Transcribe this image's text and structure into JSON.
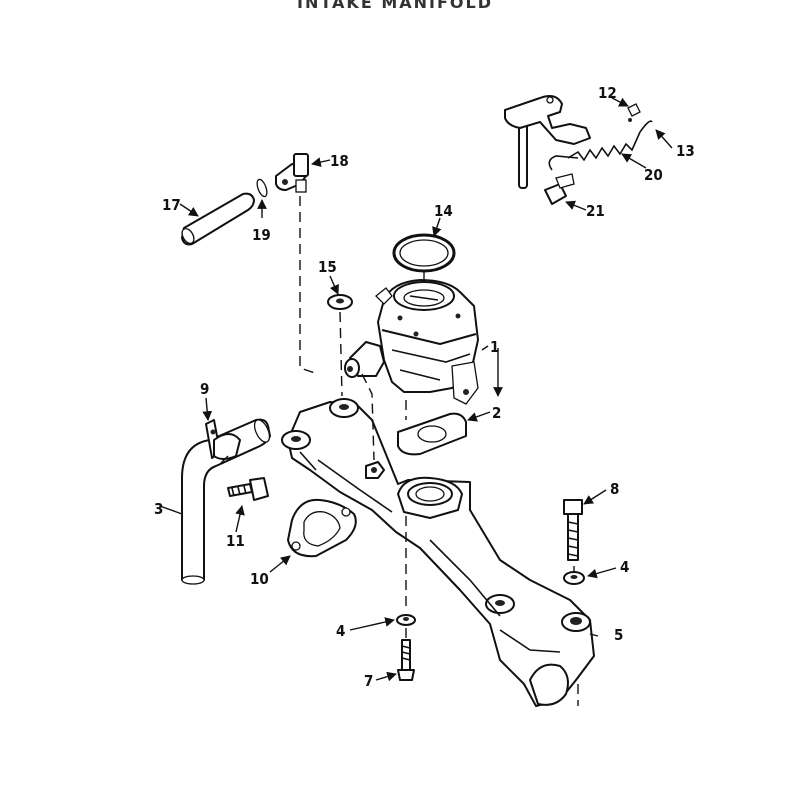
{
  "title": "INTAKE MANIFOLD",
  "callouts": {
    "c1": "1",
    "c2": "2",
    "c3": "3",
    "c4a": "4",
    "c4b": "4",
    "c5": "5",
    "c7": "7",
    "c8": "8",
    "c9": "9",
    "c10": "10",
    "c11": "11",
    "c12": "12",
    "c13": "13",
    "c14": "14",
    "c15": "15",
    "c17": "17",
    "c18": "18",
    "c19": "19",
    "c20": "20",
    "c21": "21"
  }
}
